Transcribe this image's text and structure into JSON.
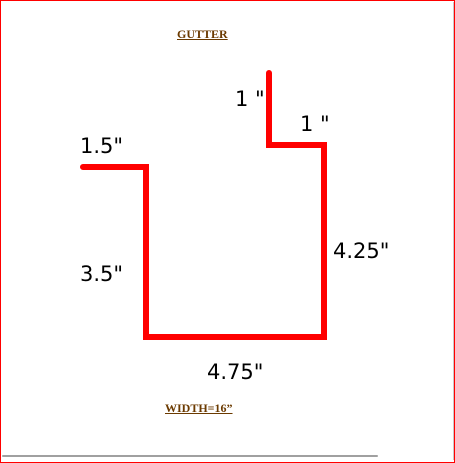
{
  "title": {
    "text": "GUTTER",
    "color": "#6b3a00"
  },
  "footer": {
    "text": "WIDTH=16”",
    "color": "#6b3a00"
  },
  "profile": {
    "stroke_color": "#ff0000"
  },
  "dimensions": {
    "top_flange_height": "1 \"",
    "top_flange_return": "1 \"",
    "back_height": "4.25\"",
    "bottom_width": "4.75\"",
    "front_height": "3.5\"",
    "front_lip": "1.5\""
  }
}
